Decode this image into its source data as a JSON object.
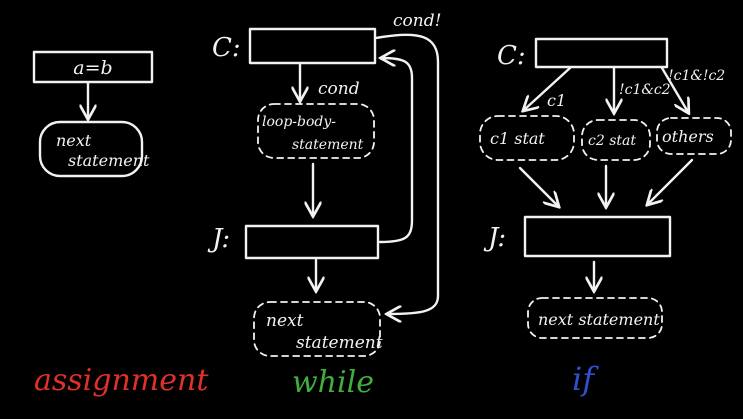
{
  "assignment": {
    "box_text": "a=b",
    "next_line1": "next",
    "next_line2": "statement",
    "caption": "assignment",
    "caption_color": "#e0302a"
  },
  "while": {
    "c_label": "C:",
    "j_label": "J:",
    "cond_true": "cond",
    "cond_false": "cond!",
    "body_line1": "loop-body-",
    "body_line2": "statement",
    "next_line1": "next",
    "next_line2": "statement",
    "caption": "while",
    "caption_color": "#3fae3f"
  },
  "if": {
    "c_label": "C:",
    "j_label": "J:",
    "edge_c1": "c1",
    "edge_c2": "!c1&c2",
    "edge_others": "!c1&!c2",
    "c1_stat": "c1 stat",
    "c2_stat": "c2 stat",
    "others": "others",
    "next_stmt": "next statement",
    "caption": "if",
    "caption_color": "#2f4fcf"
  }
}
